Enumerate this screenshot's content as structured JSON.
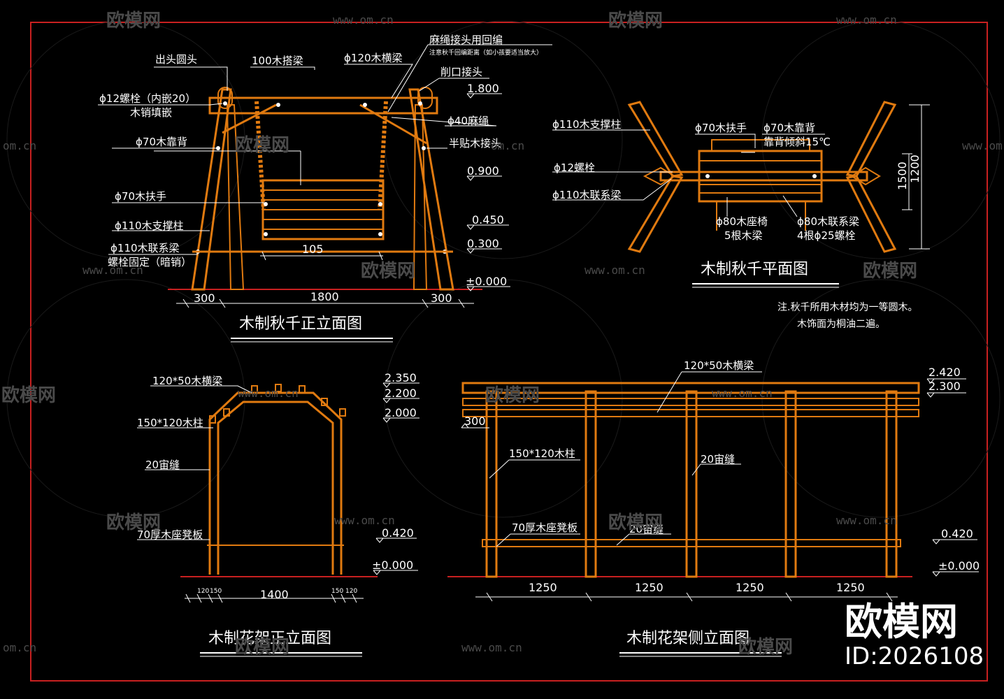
{
  "colors": {
    "background": "#000000",
    "wood": "#e07a10",
    "frame": "#c82020",
    "text": "#ffffff",
    "watermark": "#4a4a4a"
  },
  "watermark": {
    "brand": "欧模网",
    "url": "www.om.cn",
    "url_partial": "om.cn"
  },
  "brand_mark": {
    "name": "欧模网",
    "id": "ID:2026108"
  },
  "swing_front": {
    "title": "木制秋千正立面图",
    "labels": {
      "chu_tou": "出头圆头",
      "beam_100": "100木搭梁",
      "beam_120": "ϕ120木横梁",
      "rope_weave": "麻绳接头用回编",
      "rope_note": "注意秋千回编距离（如小孩要适当放大）",
      "bolt_12": "ϕ12螺栓（内嵌20）",
      "wood_pin": "木销填嵌",
      "cut_joint": "削口接头",
      "rope_40": "ϕ40麻绳",
      "back_70": "ϕ70木靠背",
      "half_joint": "半贴木接头",
      "armrest_70": "ϕ70木扶手",
      "post_110": "ϕ110木支撑柱",
      "tie_110": "ϕ110木联系梁",
      "bolt_fix": "螺栓固定（暗销）"
    },
    "levels": [
      "1.800",
      "0.900",
      "0.450",
      "0.300",
      "±0.000"
    ],
    "dims": {
      "seat": "105",
      "left": "300",
      "mid": "1800",
      "right": "300"
    }
  },
  "swing_plan": {
    "title": "木制秋千平面图",
    "labels": {
      "post_110": "ϕ110木支撑柱",
      "bolt_12": "ϕ12螺栓",
      "tie_110": "ϕ110木联系梁",
      "armrest_70": "ϕ70木扶手",
      "back_70": "ϕ70木靠背",
      "tilt": "靠背倾斜15℃",
      "seat_80": "ϕ80木座椅",
      "seat_count": "5根木梁",
      "tie_80": "ϕ80木联系梁",
      "bolt_25": "4根ϕ25螺栓"
    },
    "dims": {
      "total": "1200",
      "inner": "1500"
    },
    "note_line1": "注.秋千所用木材均为一等圆木。",
    "note_line2": "木饰面为桐油二遍。"
  },
  "arbor_front": {
    "title": "木制花架正立面图",
    "labels": {
      "beam": "120*50木横梁",
      "post": "150*120木柱",
      "gap": "20宙缝",
      "seat": "70厚木座凳板"
    },
    "levels": [
      "2.350",
      "2.200",
      "2.000",
      "0.420",
      "±0.000"
    ],
    "dims": {
      "a": "120",
      "b": "150",
      "span": "1400",
      "c": "150",
      "d": "120"
    }
  },
  "arbor_side": {
    "title": "木制花架侧立面图",
    "labels": {
      "beam": "120*50木横梁",
      "post": "150*120木柱",
      "gap1": "20宙缝",
      "seat": "70厚木座凳板",
      "gap2": "20宙缝"
    },
    "levels": [
      "2.420",
      "2.300",
      "0.420",
      "±0.000"
    ],
    "dims": {
      "overhang": "300",
      "bay1": "1250",
      "bay2": "1250",
      "bay3": "1250",
      "bay4": "1250"
    }
  }
}
